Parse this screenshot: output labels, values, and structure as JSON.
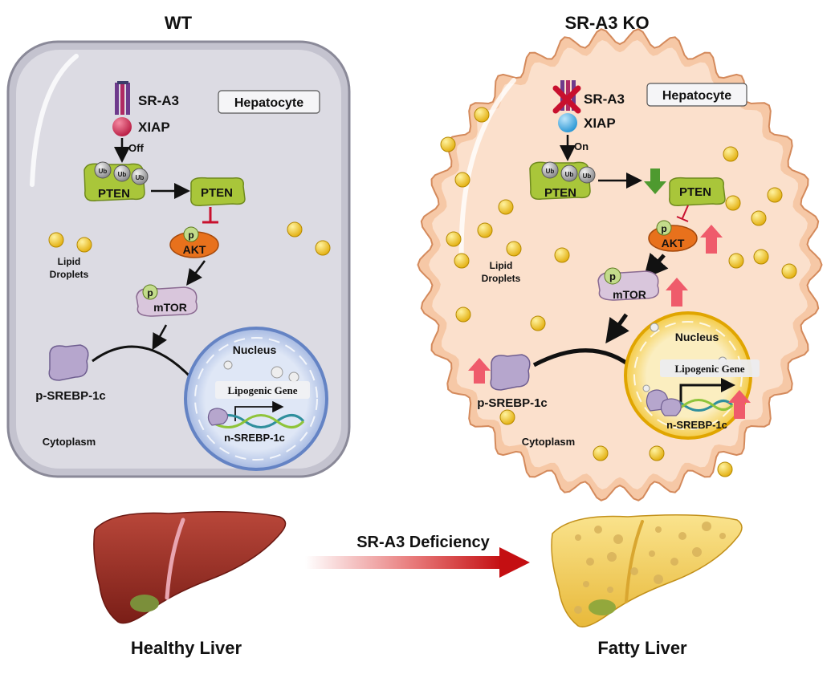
{
  "panels": {
    "wt": {
      "title": "WT",
      "cell_label": "Hepatocyte",
      "receptor": "SR-A3",
      "xiap": "XIAP",
      "switch": "Off",
      "ub": "Ub",
      "pten_ub": "PTEN",
      "pten": "PTEN",
      "p": "p",
      "akt": "AKT",
      "mtor": "mTOR",
      "lipid": "Lipid",
      "droplets": "Droplets",
      "nucleus": "Nucleus",
      "gene": "Lipogenic Gene",
      "nsrebp": "n-SREBP-1c",
      "psrebp": "p-SREBP-1c",
      "cytoplasm": "Cytoplasm"
    },
    "ko": {
      "title": "SR-A3 KO",
      "cell_label": "Hepatocyte",
      "receptor": "SR-A3",
      "xiap": "XIAP",
      "switch": "On",
      "ub": "Ub",
      "pten_ub": "PTEN",
      "pten": "PTEN",
      "p": "p",
      "akt": "AKT",
      "mtor": "mTOR",
      "lipid": "Lipid",
      "droplets": "Droplets",
      "nucleus": "Nucleus",
      "gene": "Lipogenic Gene",
      "nsrebp": "n-SREBP-1c",
      "psrebp": "p-SREBP-1c",
      "cytoplasm": "Cytoplasm"
    }
  },
  "bottom": {
    "healthy": "Healthy Liver",
    "fatty": "Fatty Liver",
    "arrow_label": "SR-A3 Deficiency"
  },
  "colors": {
    "wt_cell": "#dcdbe3",
    "ko_cell": "#fbe0cc",
    "pten_green": "#a9c63a",
    "akt_orange": "#e8711c",
    "mtor_purple": "#d9c6dc",
    "srebp_purple": "#b6a6cd",
    "nucleus_blue": "#8fa9dc",
    "nucleus_yellow": "#f3c21c",
    "lipid_yellow": "#f0c419",
    "up_arrow": "#ef5b6b",
    "down_arrow": "#4e9a2f",
    "inhibit_red": "#c8102e",
    "xiap_red": "#d1234a",
    "xiap_blue": "#3fa8e4"
  }
}
